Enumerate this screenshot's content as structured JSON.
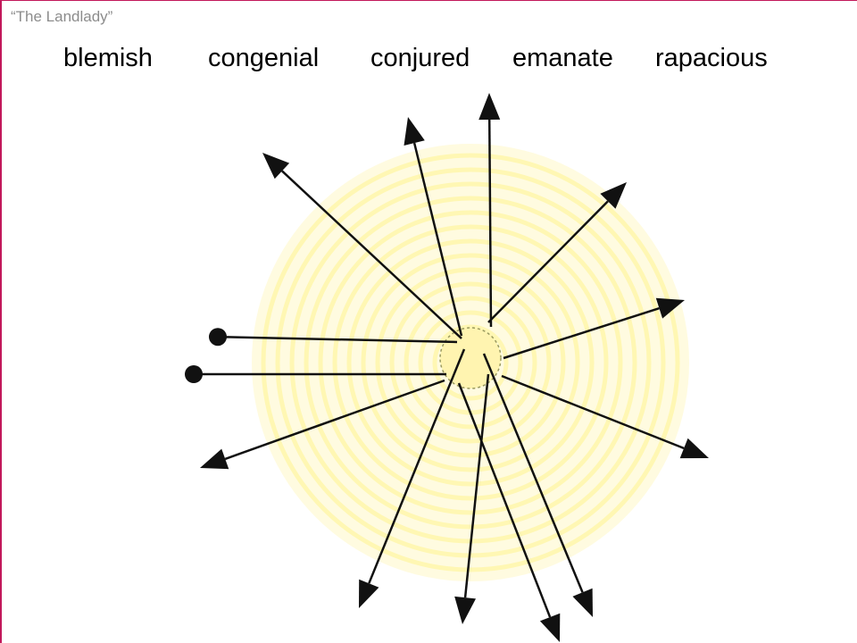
{
  "header": {
    "title": "“The Landlady”"
  },
  "vocabulary": {
    "words": [
      "blemish",
      "congenial",
      "conjured",
      "emanate",
      "rapacious"
    ]
  },
  "illustration": {
    "icon": "radiating-arrows-icon",
    "glow_color": "#fff7b3",
    "arrow_color": "#111111"
  }
}
